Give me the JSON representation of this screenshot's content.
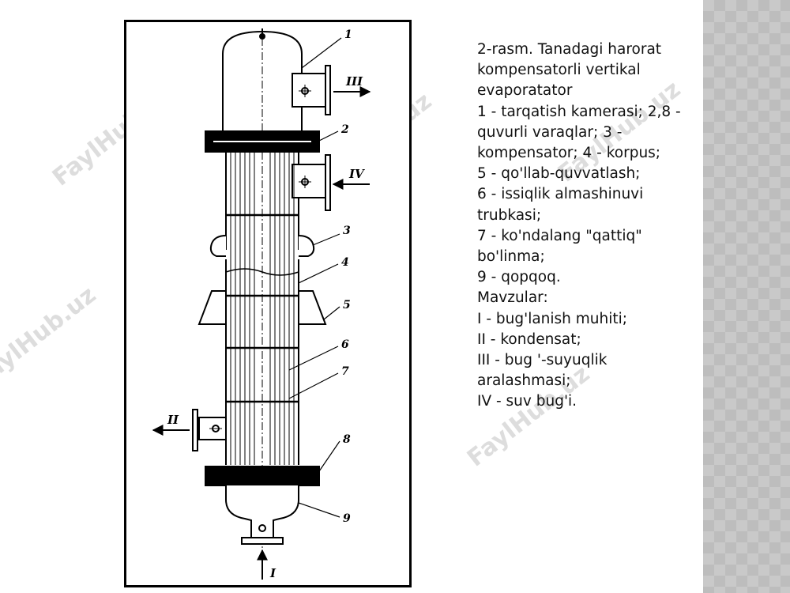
{
  "diagram": {
    "callouts": [
      "1",
      "2",
      "3",
      "4",
      "5",
      "6",
      "7",
      "8",
      "9"
    ],
    "flows": {
      "inlet": "I",
      "condensate": "II",
      "mixture": "III",
      "steam": "IV"
    }
  },
  "caption": {
    "text": "2-rasm. Tanadagi harorat kompensatorli vertikal evaporatator\n1 - tarqatish kamerasi; 2,8 - quvurli varaqlar; 3 - kompensator; 4 - korpus;\n5 - qo'llab-quvvatlash;\n6 - issiqlik almashinuvi trubkasi;\n7 - ko'ndalang \"qattiq\" bo'linma;\n9 - qopqoq.\nMavzular:\nI - bug'lanish muhiti;\nII - kondensat;\nIII - bug '-suyuqlik aralashmasi;\nIV - suv bug'i."
  },
  "watermark": "FaylHub.uz"
}
